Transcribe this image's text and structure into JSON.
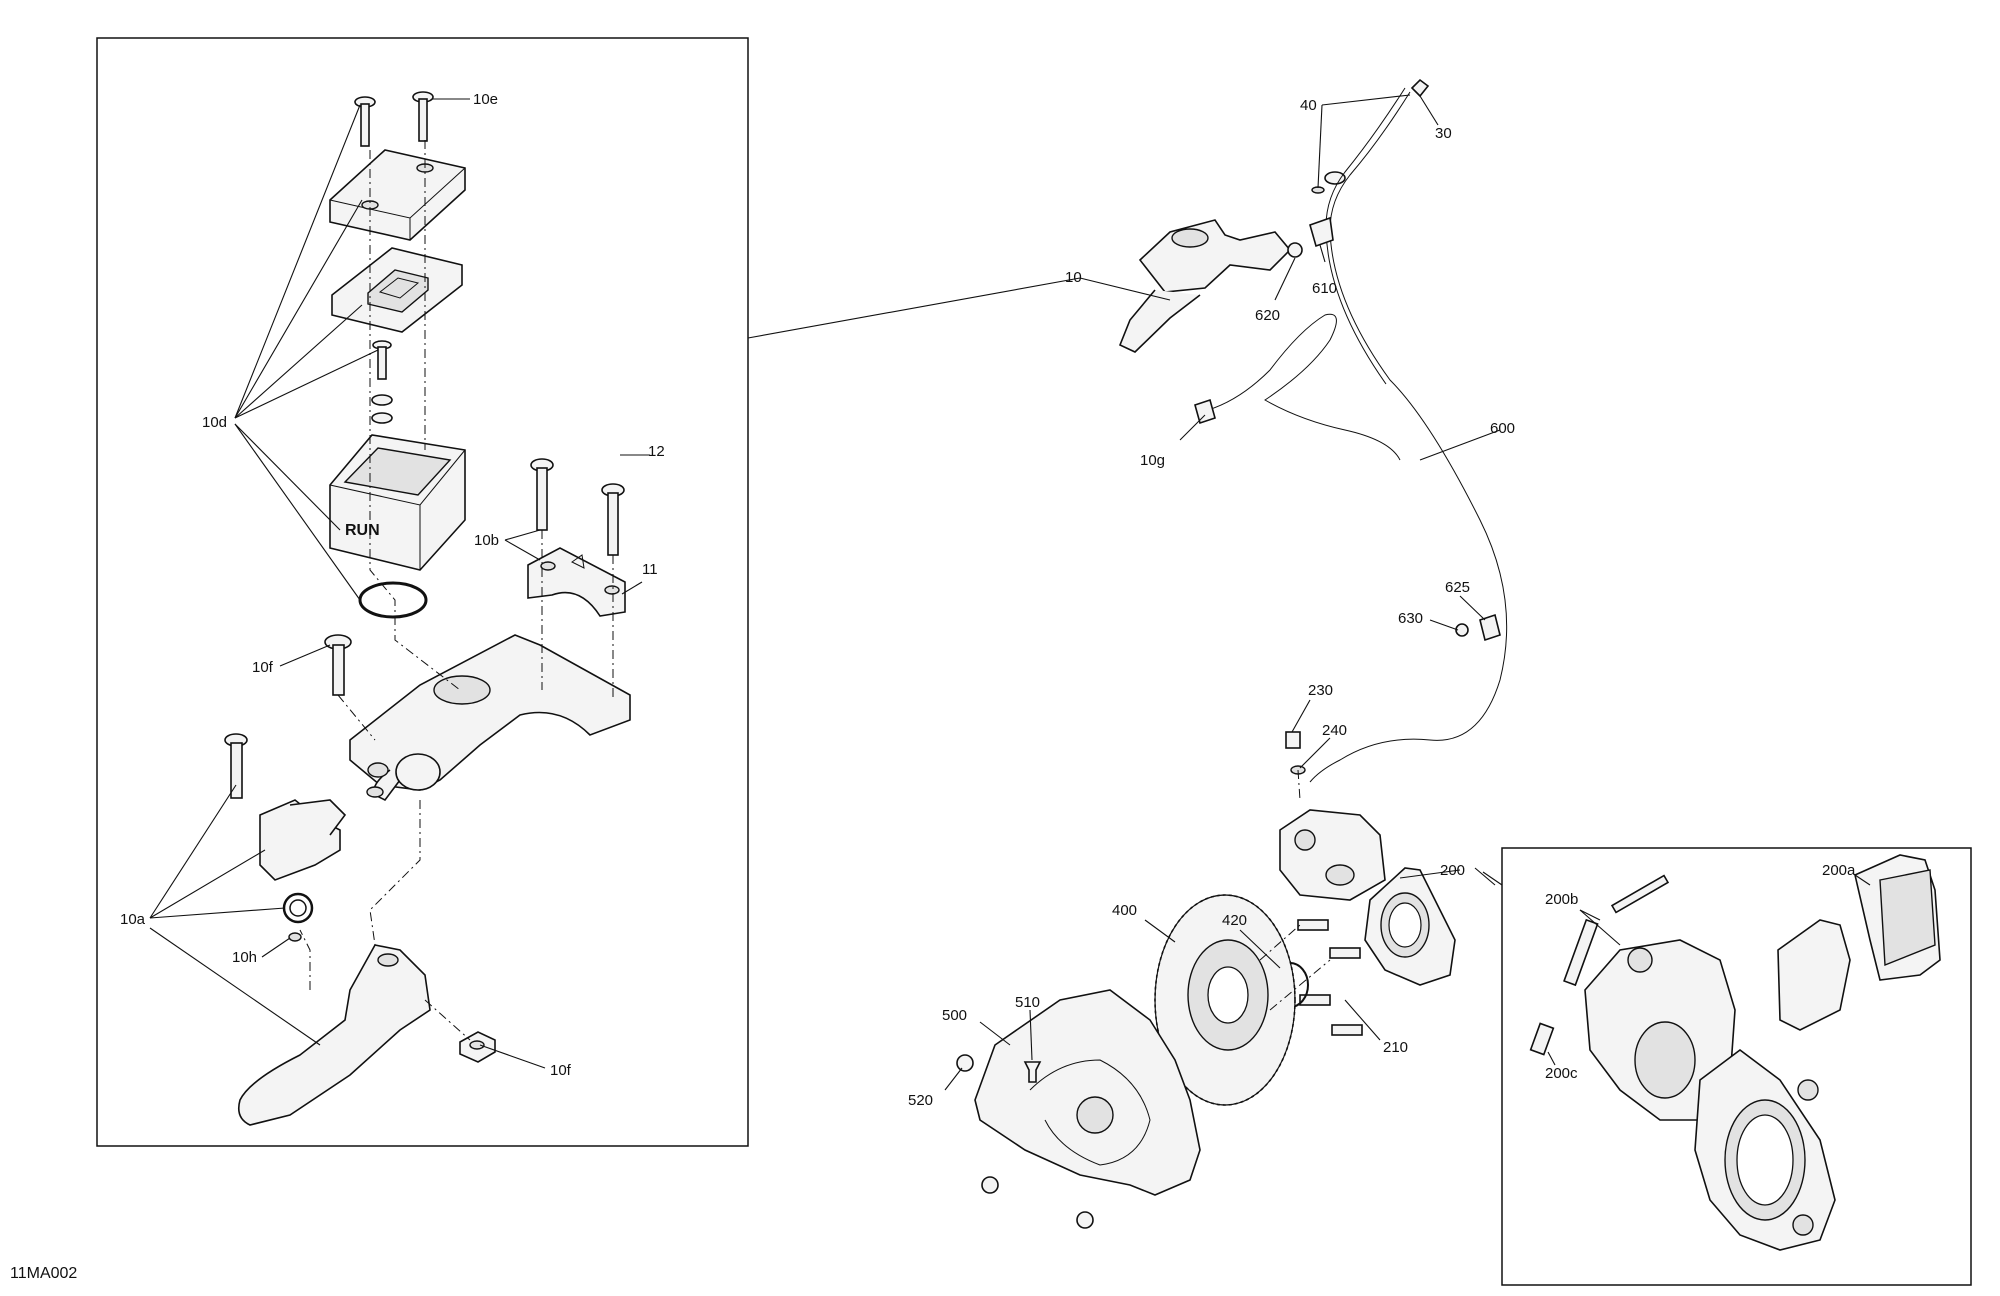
{
  "diagram": {
    "code": "11MA002",
    "labels": {
      "l10e": "10e",
      "l10d": "10d",
      "l12": "12",
      "l10b": "10b",
      "l11": "11",
      "l10f_a": "10f",
      "l10a": "10a",
      "l10h": "10h",
      "l10f_b": "10f",
      "l40": "40",
      "l30": "30",
      "l10": "10",
      "l610": "610",
      "l620": "620",
      "l10g": "10g",
      "l600": "600",
      "l625": "625",
      "l630": "630",
      "l230": "230",
      "l240": "240",
      "l200": "200",
      "l400": "400",
      "l420": "420",
      "l210": "210",
      "l500": "500",
      "l510": "510",
      "l520": "520",
      "l200a": "200a",
      "l200b": "200b",
      "l200c": "200c"
    }
  }
}
